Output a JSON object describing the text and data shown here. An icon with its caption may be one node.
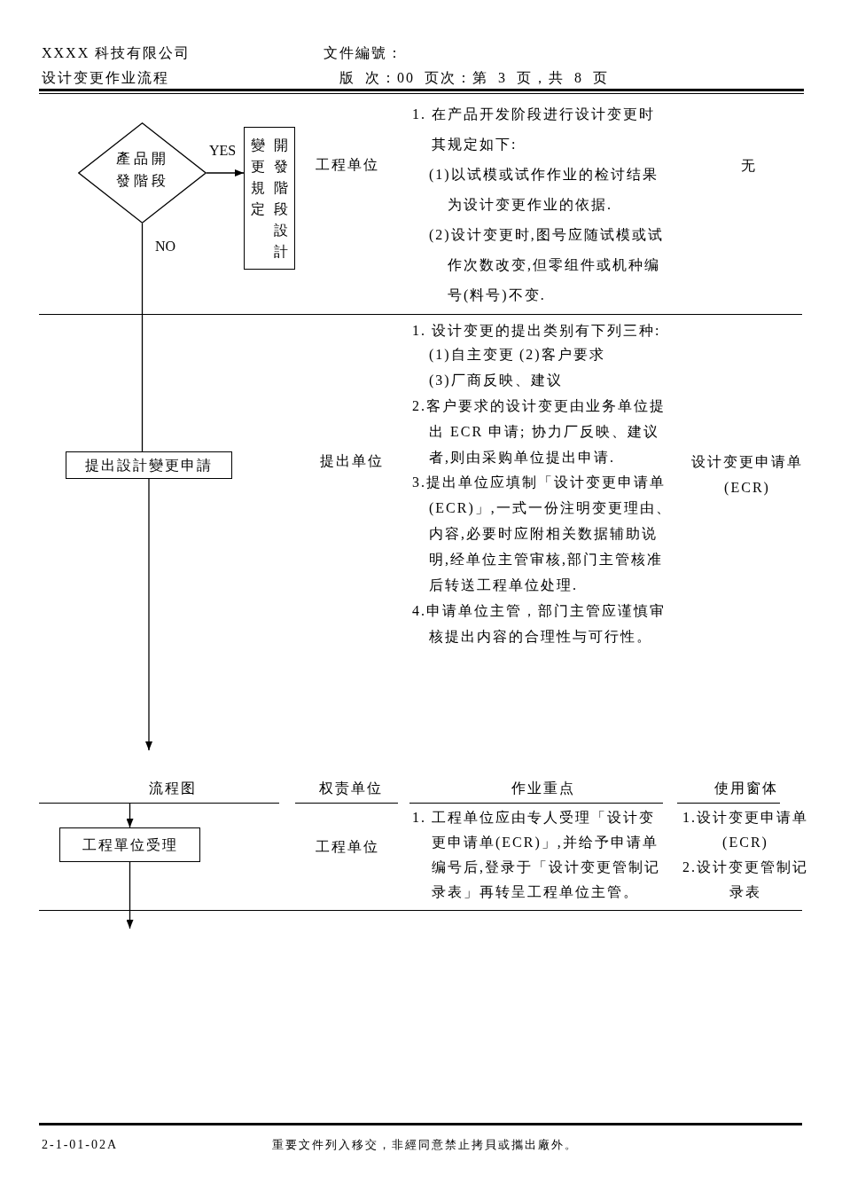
{
  "diagram": {
    "nodes": [
      {
        "text": [
          "產品開發階段"
        ]
      },
      {
        "text": [
          "開發階段設計變更規定"
        ]
      },
      {
        "text": [
          "提出設計變更申請"
        ]
      },
      {
        "text": [
          "工程單位受理"
        ]
      }
    ],
    "edges": [
      {
        "from": 0,
        "to": 1,
        "arrow": "to",
        "label": "YES"
      },
      {
        "from": 0,
        "to": 2,
        "arrow": "none",
        "label": "NO"
      },
      {
        "from": 2,
        "to": null,
        "arrow": "to"
      },
      {
        "from": null,
        "to": 3,
        "arrow": "to"
      },
      {
        "from": 3,
        "to": null,
        "arrow": "to"
      }
    ],
    "labels": [
      "XXXX 科技有限公司",
      "文件編號：",
      "设计变更作业流程",
      "版 次：00 页次：第 3 页，共 8 页",
      "工程单位",
      "1. 在产品开发阶段进行设计变更时其规定如下:",
      "(1)以试模或试作作业的检讨结果为设计变更作业的依据.",
      "(2)设计变更时,图号应随试模或试作次数改变,但零组件或机种编号(料号)不变.",
      "无",
      "提出单位",
      "1. 设计变更的提出类别有下列三种:",
      "(1)自主变更",
      "(2)客户要求",
      "(3)厂商反映、建议",
      "2.客户要求的设计变更由业务单位提出 ECR 申请; 协力厂反映、建议者,则由采购单位提出申请.",
      "3.提出单位应填制「设计变更申请单(ECR)」,一式一份注明变更理由、内容,必要时应附相关数据辅助说明,经单位主管审核,部门主管核准后转送工程单位处理.",
      "4.申请单位主管，部门主管应谨慎审核提出内容的合理性与可行性。",
      "设计变更申请单(ECR)",
      "流程图",
      "权责单位",
      "作业重点",
      "使用窗体",
      "工程单位",
      "1. 工程单位应由专人受理「设计变更申请单(ECR)」,并给予申请单编号后,登录于「设计变更管制记录表」再转呈工程单位主管。",
      "1.设计变更申请单(ECR)",
      "2.设计变更管制记录表",
      "2-1-01-02A",
      "重要文件列入移交，非經同意禁止拷貝或攜出廠外。"
    ]
  }
}
